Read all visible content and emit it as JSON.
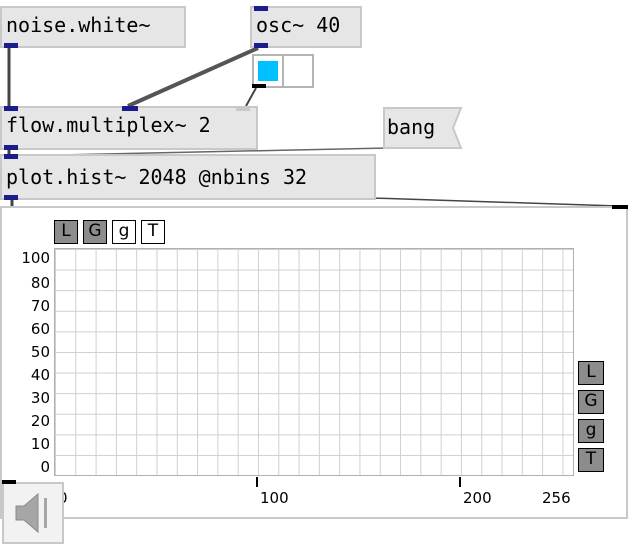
{
  "objects": {
    "noise": "noise.white~",
    "osc": "osc~ 40",
    "multiplex": "flow.multiplex~ 2",
    "plot": "plot.hist~ 2048 @nbins 32"
  },
  "message": {
    "bang": "bang"
  },
  "toggle": {
    "active_color": "#00c0ff"
  },
  "plot_panel": {
    "top_buttons": [
      "L",
      "G",
      "g",
      "T"
    ],
    "side_buttons": [
      "L",
      "G",
      "g",
      "T"
    ],
    "y_ticks": [
      "100",
      "80",
      "70",
      "60",
      "50",
      "40",
      "30",
      "20",
      "10",
      "0"
    ],
    "x_ticks": [
      "0",
      "100",
      "200",
      "256"
    ]
  },
  "dac": {
    "icon": "speaker-icon"
  }
}
